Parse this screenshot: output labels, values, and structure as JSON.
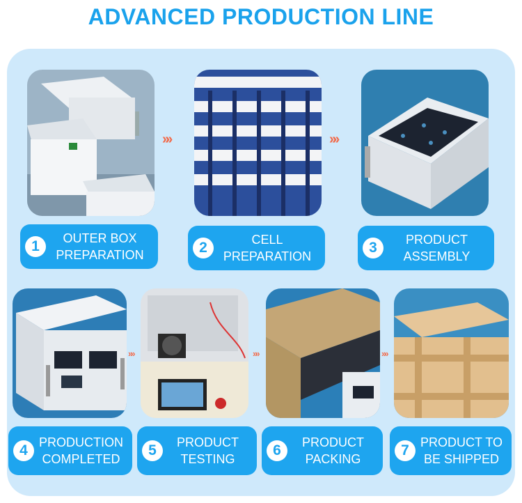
{
  "title": "ADVANCED PRODUCTION LINE",
  "arrow": "»»",
  "steps": [
    {
      "num": "1",
      "text": "OUTER BOX\nPREPARATION"
    },
    {
      "num": "2",
      "text": "CELL\nPREPARATION"
    },
    {
      "num": "3",
      "text": "PRODUCT\nASSEMBLY"
    },
    {
      "num": "4",
      "text": "PRODUCTION\nCOMPLETED"
    },
    {
      "num": "5",
      "text": "PRODUCT\nTESTING"
    },
    {
      "num": "6",
      "text": "PRODUCT\nPACKING"
    },
    {
      "num": "7",
      "text": "PRODUCT TO\nBE SHIPPED"
    }
  ]
}
